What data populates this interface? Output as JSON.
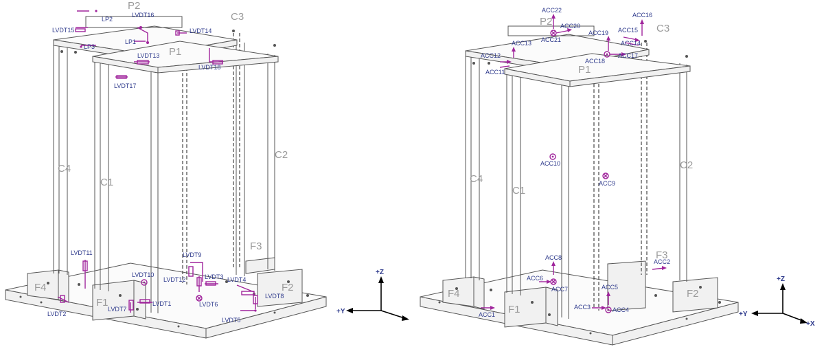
{
  "left_model": {
    "element_labels": [
      "P2",
      "C3",
      "P1",
      "C4",
      "C1",
      "C2",
      "F3",
      "F4",
      "F1",
      "F2"
    ],
    "sensor_labels": [
      "LVDT16",
      "LP2",
      "LVDT15",
      "LVDT14",
      "LP1",
      "LP3",
      "LVDT13",
      "LVDT18",
      "LVDT17",
      "LVDT11",
      "LVDT9",
      "LVDT10",
      "LVDT12",
      "LVDT3",
      "LVDT4",
      "LVDT2",
      "LVDT7",
      "LVDT1",
      "LVDT6",
      "LVDT8",
      "LVDT5"
    ],
    "axes": [
      "+Z",
      "+Y"
    ]
  },
  "right_model": {
    "element_labels": [
      "P2",
      "C3",
      "P1",
      "C4",
      "C1",
      "C2",
      "F3",
      "F4",
      "F1",
      "F2"
    ],
    "sensor_labels": [
      "ACC22",
      "ACC20",
      "ACC21",
      "ACC16",
      "ACC19",
      "ACC15",
      "ACC13",
      "ACC14",
      "ACC12",
      "ACC18",
      "ACC17",
      "ACC11",
      "ACC10",
      "ACC9",
      "ACC8",
      "ACC2",
      "ACC6",
      "ACC7",
      "ACC5",
      "ACC3",
      "ACC4",
      "ACC1"
    ],
    "axes": [
      "+Z",
      "+Y",
      "+X"
    ]
  }
}
